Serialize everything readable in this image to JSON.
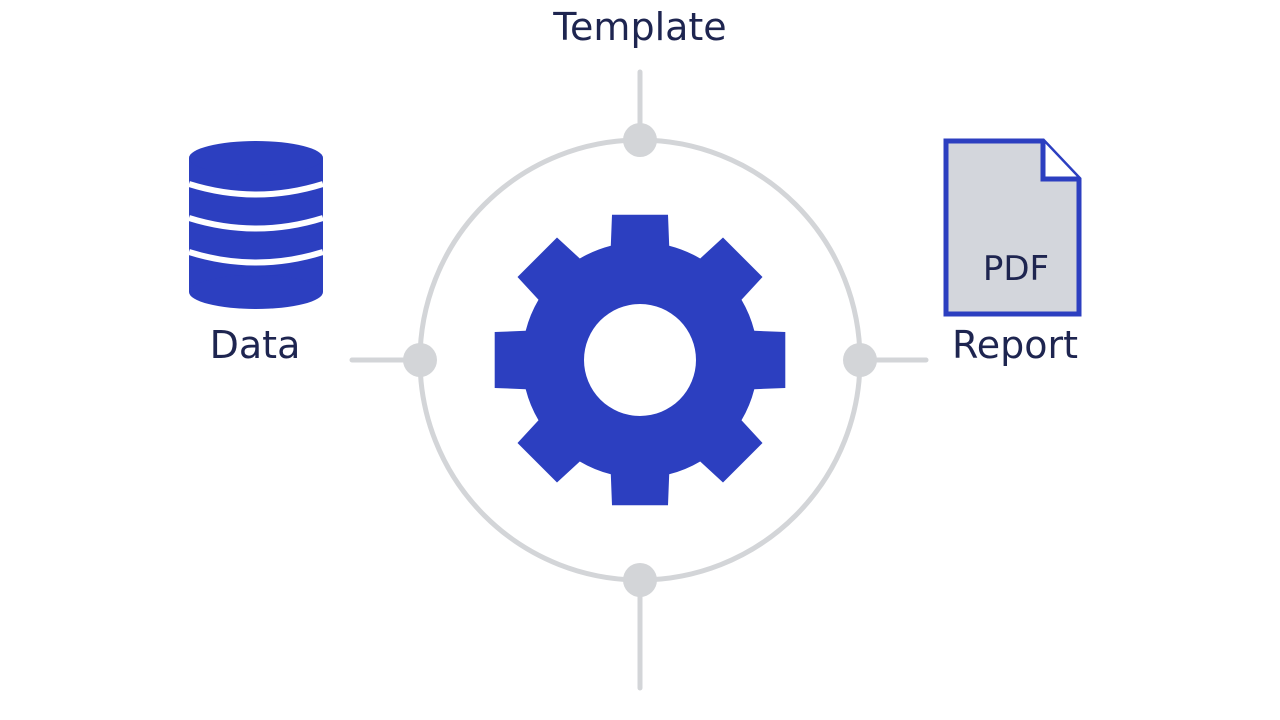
{
  "labels": {
    "top": "Template",
    "left": "Data",
    "right": "Report",
    "document_text": "PDF"
  },
  "icons": {
    "center": "gear-icon",
    "left": "database-icon",
    "right": "document-icon"
  },
  "colors": {
    "accent": "#2c3fc0",
    "ring": "#d3d5d8",
    "document_fill": "#d3d6dc",
    "text": "#1e2550"
  }
}
